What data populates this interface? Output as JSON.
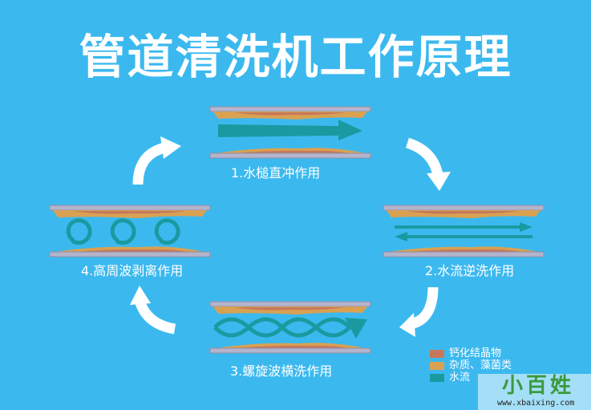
{
  "title": "管道清洗机工作原理",
  "steps": [
    {
      "label": "1.水槌直冲作用"
    },
    {
      "label": "2.水流逆洗作用"
    },
    {
      "label": "3.螺旋波横洗作用"
    },
    {
      "label": "4.高周波剥离作用"
    }
  ],
  "legend": [
    {
      "label": "钙化结晶物",
      "color": "#c8785a"
    },
    {
      "label": "杂质、藻菌类",
      "color": "#d9a152"
    },
    {
      "label": "水流",
      "color": "#1a9aa0"
    }
  ],
  "watermark": {
    "name": "小百姓",
    "url": "www.xbaixing.com"
  },
  "colors": {
    "background": "#3bb9ef",
    "pipe": "#b4b4cc",
    "water": "#1a9aa0"
  }
}
